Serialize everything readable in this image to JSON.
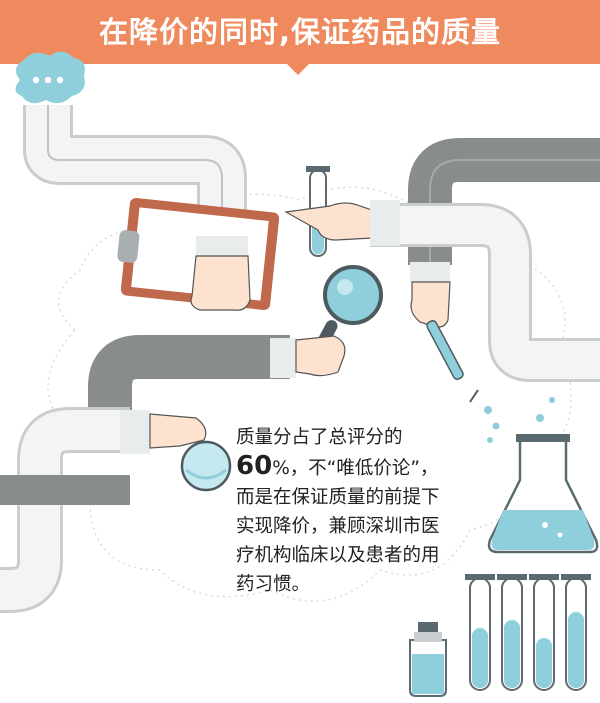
{
  "title": "在降价的同时,保证药品的质量",
  "body": {
    "line1": "质量分占了总评分的",
    "line2_number": "60",
    "line2_rest": "%，不“唯低价论”，",
    "line3": "而是在保证质量的前提下",
    "line4": "实现降价，兼顾深圳市医",
    "line5": "疗机构临床以及患者的用",
    "line6": "药习惯。"
  },
  "colors": {
    "banner": "#ef8a5e",
    "pipe_gray": "#888c8d",
    "pipe_white": "#f4f4f4",
    "liquid": "#8fcfdc",
    "clipboard": "#c0684b",
    "bubble": "#8fcfdc"
  },
  "icons": [
    "chat-bubble-icon",
    "clipboard-icon",
    "test-tube-icon",
    "magnifier-icon",
    "dropper-icon",
    "flask-icon",
    "petri-dish-icon",
    "vial-icon"
  ]
}
